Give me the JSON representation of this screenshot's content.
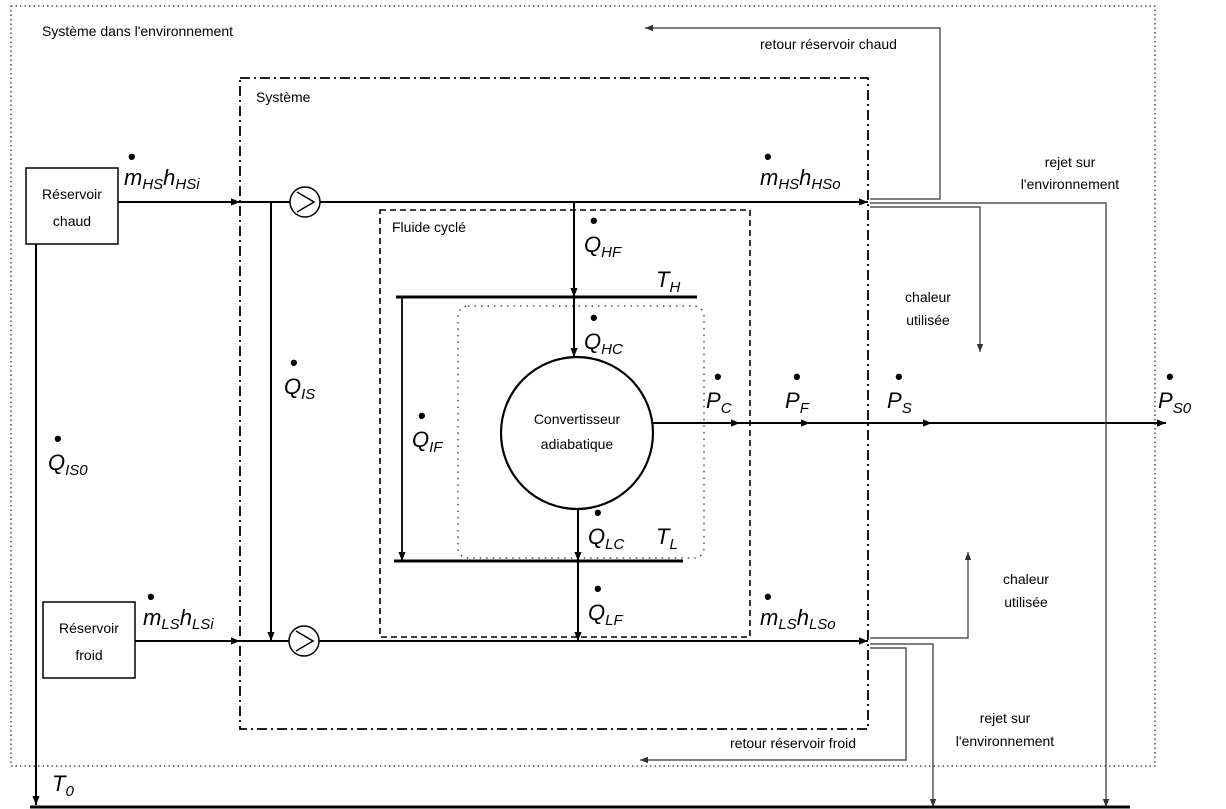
{
  "boundaries": {
    "environment": "Système dans l'environnement",
    "system": "Système",
    "fluid": "Fluide cyclé"
  },
  "reservoirs": {
    "hot": [
      "Réservoir",
      "chaud"
    ],
    "cold": [
      "Réservoir",
      "froid"
    ]
  },
  "converter": [
    "Convertisseur",
    "adiabatique"
  ],
  "annotations": {
    "return_hot": "retour réservoir chaud",
    "return_cold": "retour réservoir froid",
    "reject_hot": [
      "rejet sur",
      "l'environnement"
    ],
    "reject_cold": [
      "rejet sur",
      "l'environnement"
    ],
    "heat_used_hot": [
      "chaleur",
      "utilisée"
    ],
    "heat_used_cold": [
      "chaleur",
      "utilisée"
    ]
  },
  "symbols": {
    "m_hs_in": {
      "base": "m",
      "sub1": "HS",
      "base2": "h",
      "sub2": "HSi"
    },
    "m_hs_out": {
      "base": "m",
      "sub1": "HS",
      "base2": "h",
      "sub2": "HSo"
    },
    "m_ls_in": {
      "base": "m",
      "sub1": "LS",
      "base2": "h",
      "sub2": "LSi"
    },
    "m_ls_out": {
      "base": "m",
      "sub1": "LS",
      "base2": "h",
      "sub2": "LSo"
    },
    "q_hf": {
      "base": "Q",
      "sub": "HF"
    },
    "q_hc": {
      "base": "Q",
      "sub": "HC"
    },
    "q_lc": {
      "base": "Q",
      "sub": "LC"
    },
    "q_lf": {
      "base": "Q",
      "sub": "LF"
    },
    "q_if": {
      "base": "Q",
      "sub": "IF"
    },
    "q_is": {
      "base": "Q",
      "sub": "IS"
    },
    "q_is0": {
      "base": "Q",
      "sub": "IS0"
    },
    "p_c": {
      "base": "P",
      "sub": "C"
    },
    "p_f": {
      "base": "P",
      "sub": "F"
    },
    "p_s": {
      "base": "P",
      "sub": "S"
    },
    "p_s0": {
      "base": "P",
      "sub": "S0"
    },
    "t_h": {
      "base": "T",
      "sub": "H"
    },
    "t_l": {
      "base": "T",
      "sub": "L"
    },
    "t_0": {
      "base": "T",
      "sub": "0"
    }
  },
  "dot_char": "•"
}
